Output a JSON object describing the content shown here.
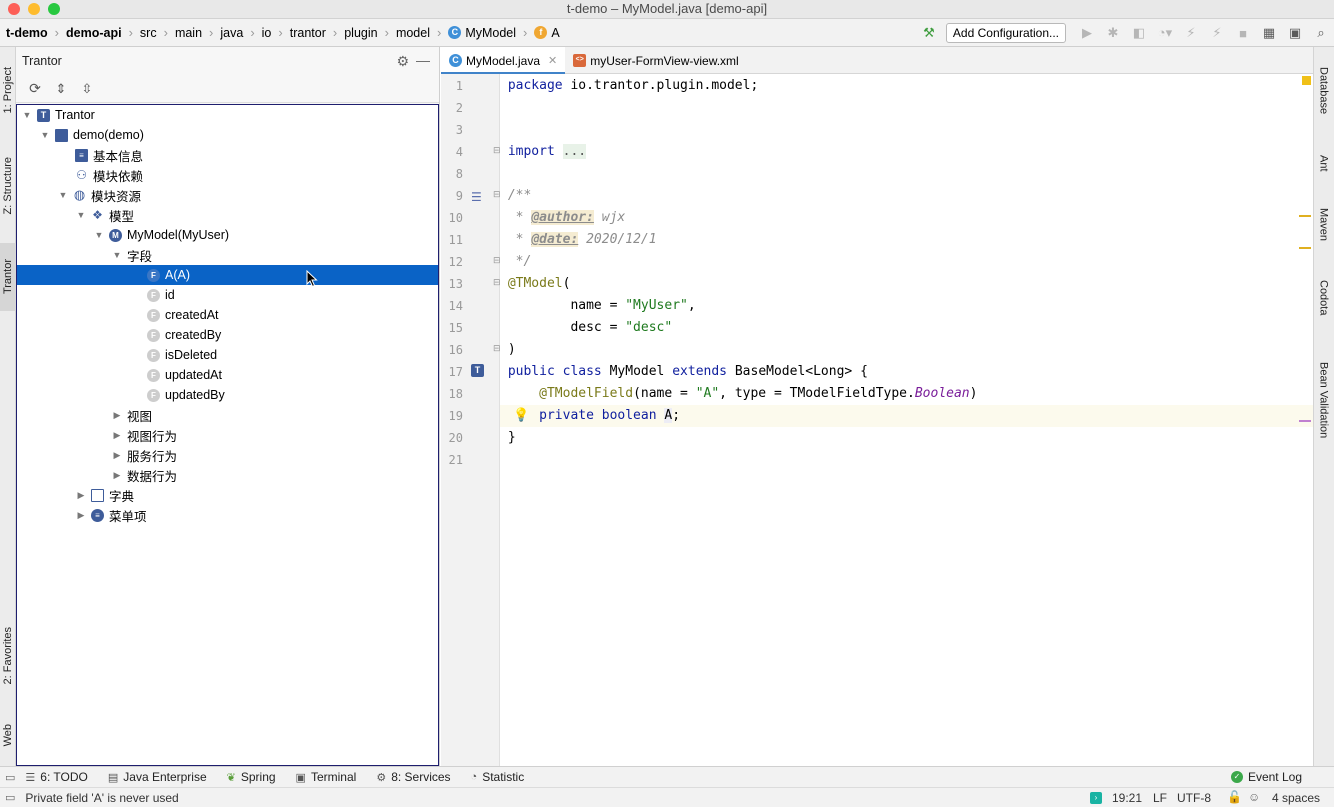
{
  "window": {
    "title": "t-demo – MyModel.java [demo-api]"
  },
  "breadcrumbs": [
    "t-demo",
    "demo-api",
    "src",
    "main",
    "java",
    "io",
    "trantor",
    "plugin",
    "model",
    "MyModel",
    "A"
  ],
  "toolbar": {
    "add_config_label": "Add Configuration..."
  },
  "left_tabs": [
    "1: Project",
    "Z: Structure",
    "Trantor",
    "2: Favorites",
    "Web"
  ],
  "right_tabs": [
    "Database",
    "Ant",
    "Maven",
    "Codota",
    "Bean Validation"
  ],
  "panel": {
    "title": "Trantor"
  },
  "tree": [
    {
      "label": "Trantor",
      "icon": "trantor-icon"
    },
    {
      "label": "demo(demo)",
      "icon": "folder-icon"
    },
    {
      "label": "基本信息",
      "icon": "info-icon"
    },
    {
      "label": "模块依赖",
      "icon": "hierarchy-icon"
    },
    {
      "label": "模块资源",
      "icon": "globe-icon"
    },
    {
      "label": "模型",
      "icon": "model-icon"
    },
    {
      "label": "MyModel(MyUser)",
      "icon": "m-icon"
    },
    {
      "label": "字段",
      "icon": ""
    },
    {
      "label": "A(A)",
      "icon": "field-icon"
    },
    {
      "label": "id",
      "icon": "field-icon"
    },
    {
      "label": "createdAt",
      "icon": "field-icon"
    },
    {
      "label": "createdBy",
      "icon": "field-icon"
    },
    {
      "label": "isDeleted",
      "icon": "field-icon"
    },
    {
      "label": "updatedAt",
      "icon": "field-icon"
    },
    {
      "label": "updatedBy",
      "icon": "field-icon"
    },
    {
      "label": "视图",
      "icon": ""
    },
    {
      "label": "视图行为",
      "icon": ""
    },
    {
      "label": "服务行为",
      "icon": ""
    },
    {
      "label": "数据行为",
      "icon": ""
    },
    {
      "label": "字典",
      "icon": "dictionary-icon"
    },
    {
      "label": "菜单项",
      "icon": "menu-icon"
    }
  ],
  "editor_tabs": [
    {
      "label": "MyModel.java",
      "active": true
    },
    {
      "label": "myUser-FormView-view.xml",
      "active": false
    }
  ],
  "code": {
    "line_numbers": [
      "1",
      "2",
      "3",
      "4",
      "8",
      "9",
      "10",
      "11",
      "12",
      "13",
      "14",
      "15",
      "16",
      "17",
      "18",
      "19",
      "20",
      "21"
    ],
    "segments": {
      "l1_kw": "package",
      "l1_rest": " io.trantor.plugin.model;",
      "l4_kw": "import",
      "l4_fold": "...",
      "l9": "/**",
      "l10_pre": " * ",
      "l10_tag": "@author:",
      "l10_val": " wjx",
      "l11_pre": " * ",
      "l11_tag": "@date:",
      "l11_val": " 2020/12/1",
      "l12": " */",
      "l13_ann": "@TModel",
      "l13_rest": "(",
      "l14_pre": "        name = ",
      "l14_str": "\"MyUser\"",
      "l14_post": ",",
      "l15_pre": "        desc = ",
      "l15_str": "\"desc\"",
      "l16": ")",
      "l17_kw1": "public",
      "l17_kw2": "class",
      "l17_name": " MyModel ",
      "l17_kw3": "extends",
      "l17_rest": " BaseModel<Long> {",
      "l18_ann": "    @TModelField",
      "l18_a": "(name = ",
      "l18_str": "\"A\"",
      "l18_b": ", type = TModelFieldType.",
      "l18_it": "Boolean",
      "l18_c": ")",
      "l19_kw1": "    private",
      "l19_kw2": "boolean",
      "l19_fld": "A",
      "l19_end": ";",
      "l20": "}"
    }
  },
  "bottom_tools": [
    {
      "label": "6: TODO",
      "icon": "list-icon"
    },
    {
      "label": "Java Enterprise",
      "icon": "enterprise-icon"
    },
    {
      "label": "Spring",
      "icon": "spring-icon"
    },
    {
      "label": "Terminal",
      "icon": "terminal-icon"
    },
    {
      "label": "8: Services",
      "icon": "services-icon"
    },
    {
      "label": "Statistic",
      "icon": "statistic-icon"
    }
  ],
  "event_log": {
    "label": "Event Log"
  },
  "status": {
    "message": "Private field 'A' is never used",
    "position": "19:21",
    "line_ending": "LF",
    "encoding": "UTF-8",
    "indent": "4 spaces"
  },
  "colors": {
    "selection": "#0a63c6",
    "keyword": "#0f1f9e",
    "string": "#1f7a1f",
    "annotation": "#7a7a1a",
    "comment": "#8c8c8c"
  }
}
